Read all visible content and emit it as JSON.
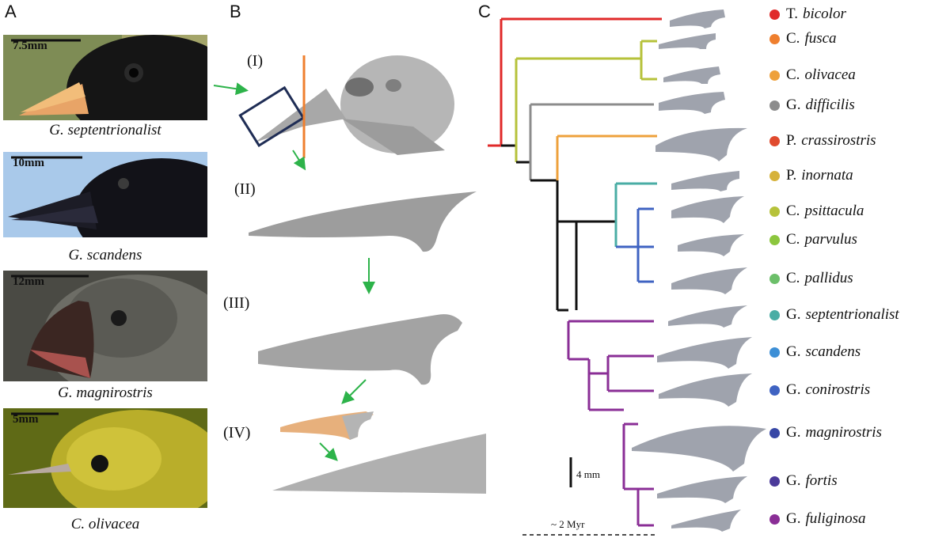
{
  "panels": {
    "a": "A",
    "b": "B",
    "c": "C"
  },
  "photos": [
    {
      "scale": "7.5mm",
      "caption": "G. septentrionalist"
    },
    {
      "scale": "10mm",
      "caption": "G. scandens"
    },
    {
      "scale": "12mm",
      "caption": "G. magnirostris"
    },
    {
      "scale": "5mm",
      "caption": "C. olivacea"
    }
  ],
  "stages": [
    "(I)",
    "(II)",
    "(III)",
    "(IV)"
  ],
  "scale_bar": "4 mm",
  "time_bar": "~ 2 Myr",
  "legend": [
    {
      "genus": "T.",
      "species": "bicolor",
      "color": "#e02a2a"
    },
    {
      "genus": "C.",
      "species": "fusca",
      "color": "#ef7f2e"
    },
    {
      "genus": "C.",
      "species": "olivacea",
      "color": "#eea13c"
    },
    {
      "genus": "G.",
      "species": "difficilis",
      "color": "#8c8c8c"
    },
    {
      "genus": "P.",
      "species": "crassirostris",
      "color": "#e04a2e"
    },
    {
      "genus": "P.",
      "species": "inornata",
      "color": "#d6b23a"
    },
    {
      "genus": "C.",
      "species": "psittacula",
      "color": "#b6c23a"
    },
    {
      "genus": "C.",
      "species": "parvulus",
      "color": "#8cc63e"
    },
    {
      "genus": "C.",
      "species": "pallidus",
      "color": "#6cbf6a"
    },
    {
      "genus": "G.",
      "species": "septentrionalist",
      "color": "#4aada5"
    },
    {
      "genus": "G.",
      "species": "scandens",
      "color": "#3d8fd6"
    },
    {
      "genus": "G.",
      "species": "conirostris",
      "color": "#3f63c2"
    },
    {
      "genus": "G.",
      "species": "magnirostris",
      "color": "#3747a6"
    },
    {
      "genus": "G.",
      "species": "fortis",
      "color": "#4b3a9a"
    },
    {
      "genus": "G.",
      "species": "fuliginosa",
      "color": "#8a2e96"
    }
  ]
}
